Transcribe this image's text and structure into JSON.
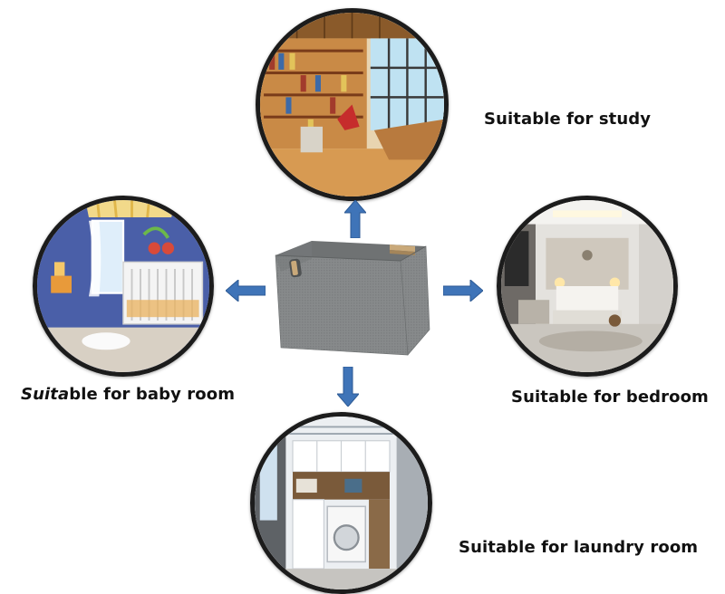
{
  "captions": {
    "study": "Suitable for study",
    "baby_prefix": "Suita",
    "baby_rest": "ble for baby room",
    "bedroom": "Suitable for bedroom",
    "laundry": "Suitable for laundry room"
  },
  "icons": {
    "center": "storage-basket",
    "arrows": [
      "arrow-up-icon",
      "arrow-left-icon",
      "arrow-right-icon",
      "arrow-down-icon"
    ]
  },
  "colors": {
    "arrow": "#3f74b8",
    "circle_border": "#1c1c1c",
    "basket_fabric": "#87898a",
    "basket_handle": "#c9a97a"
  }
}
